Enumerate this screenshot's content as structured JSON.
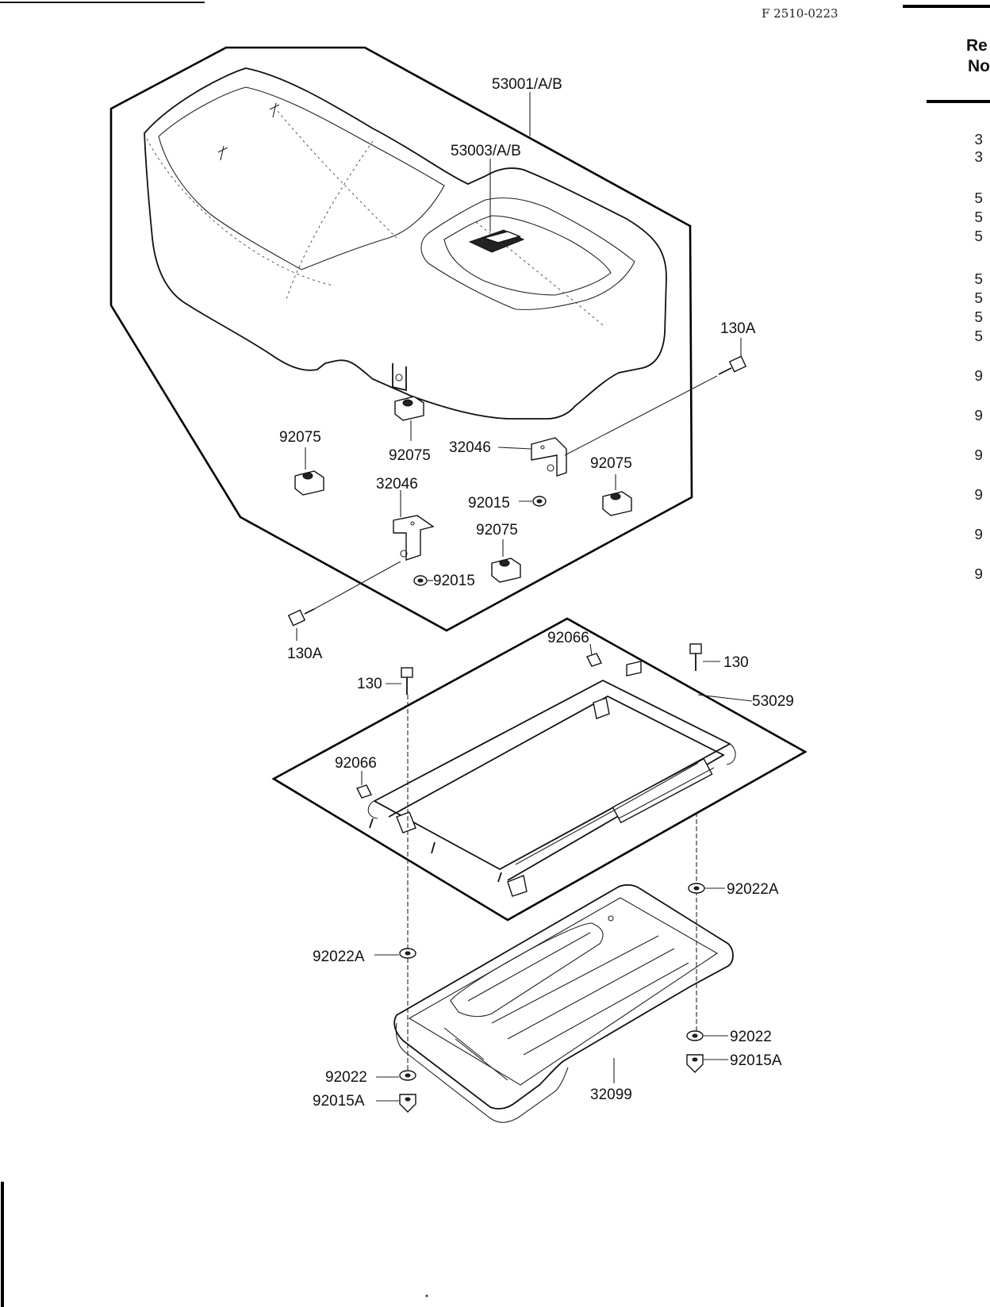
{
  "header": {
    "code": "F 2510-0223"
  },
  "ref_column": {
    "heading": [
      "Re",
      "No"
    ],
    "items": [
      "3",
      "3",
      "5",
      "5",
      "5",
      "5",
      "5",
      "5",
      "5",
      "9",
      "9",
      "9",
      "9",
      "9",
      "9"
    ]
  },
  "labels": {
    "seat": "53001/A/B",
    "seat_badge": "53003/A/B",
    "bolt_right_top": "130A",
    "bolt_left_bottom": "130A",
    "stopper_left": "92075",
    "stopper_center": "92075",
    "stopper_right": "92075",
    "stopper_lower": "92075",
    "bracket_right": "32046",
    "bracket_left": "32046",
    "nut_right": "92015",
    "nut_left": "92015",
    "grommet_top": "92066",
    "grommet_left": "92066",
    "bolt_frame_right": "130",
    "bolt_frame_left": "130",
    "frame": "53029",
    "washer_right_a": "92022A",
    "washer_left_a": "92022A",
    "washer_right": "92022",
    "nut_right_a": "92015A",
    "washer_left": "92022",
    "nut_left_a": "92015A",
    "tray": "32099"
  }
}
